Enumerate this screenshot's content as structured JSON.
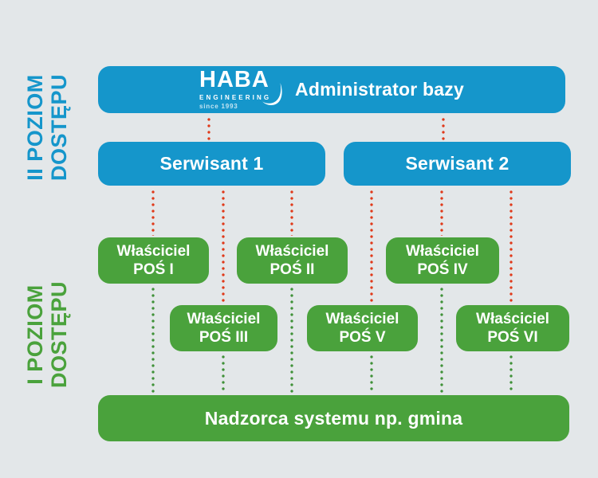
{
  "diagram": {
    "type": "access-hierarchy-diagram",
    "background": "#e3e7e9",
    "colors": {
      "blue": "#1596cb",
      "green": "#4aa23c",
      "red_connector": "#e0391a",
      "green_connector": "#3f9138",
      "text": "#ffffff"
    }
  },
  "side_labels": {
    "level_2": {
      "line1": "II POZIOM",
      "line2": "DOSTĘPU"
    },
    "level_1": {
      "line1": "I POZIOM",
      "line2": "DOSTĘPU"
    }
  },
  "logo": {
    "word": "HABA",
    "subtitle": "ENGINEERING",
    "since": "since 1993"
  },
  "nodes": {
    "administrator": {
      "label": "Administrator bazy"
    },
    "serwisant_1": {
      "label": "Serwisant 1"
    },
    "serwisant_2": {
      "label": "Serwisant 2"
    },
    "owners": [
      {
        "line1": "Właściciel",
        "line2": "POŚ I"
      },
      {
        "line1": "Właściciel",
        "line2": "POŚ II"
      },
      {
        "line1": "Właściciel",
        "line2": "POŚ III"
      },
      {
        "line1": "Właściciel",
        "line2": "POŚ IV"
      },
      {
        "line1": "Właściciel",
        "line2": "POŚ V"
      },
      {
        "line1": "Właściciel",
        "line2": "POŚ VI"
      }
    ],
    "nadzorca": {
      "label": "Nadzorca systemu np. gmina"
    }
  },
  "edges": [
    {
      "from": "Administrator bazy",
      "to": "Serwisant 1",
      "style": "red-dotted"
    },
    {
      "from": "Administrator bazy",
      "to": "Serwisant 2",
      "style": "red-dotted"
    },
    {
      "from": "Serwisant 1",
      "to": "Właściciel POŚ I",
      "style": "red-dotted"
    },
    {
      "from": "Serwisant 1",
      "to": "Właściciel POŚ II",
      "style": "red-dotted"
    },
    {
      "from": "Serwisant 1",
      "to": "Właściciel POŚ III",
      "style": "red-dotted"
    },
    {
      "from": "Serwisant 2",
      "to": "Właściciel POŚ IV",
      "style": "red-dotted"
    },
    {
      "from": "Serwisant 2",
      "to": "Właściciel POŚ V",
      "style": "red-dotted"
    },
    {
      "from": "Serwisant 2",
      "to": "Właściciel POŚ VI",
      "style": "red-dotted"
    },
    {
      "from": "Właściciel POŚ I",
      "to": "Nadzorca systemu np. gmina",
      "style": "green-dotted"
    },
    {
      "from": "Właściciel POŚ II",
      "to": "Nadzorca systemu np. gmina",
      "style": "green-dotted"
    },
    {
      "from": "Właściciel POŚ III",
      "to": "Nadzorca systemu np. gmina",
      "style": "green-dotted"
    },
    {
      "from": "Właściciel POŚ IV",
      "to": "Nadzorca systemu np. gmina",
      "style": "green-dotted"
    },
    {
      "from": "Właściciel POŚ V",
      "to": "Nadzorca systemu np. gmina",
      "style": "green-dotted"
    },
    {
      "from": "Właściciel POŚ VI",
      "to": "Nadzorca systemu np. gmina",
      "style": "green-dotted"
    }
  ]
}
